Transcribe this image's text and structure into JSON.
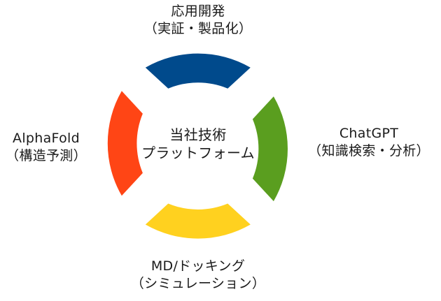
{
  "center": {
    "line1": "当社技術",
    "line2": "プラットフォーム"
  },
  "segments": [
    {
      "id": "top",
      "title": "応用開発",
      "subtitle": "（実証・製品化）",
      "color": "#004A8C"
    },
    {
      "id": "right",
      "title": "ChatGPT",
      "subtitle": "（知識検索・分析）",
      "color": "#5A9E1F"
    },
    {
      "id": "bottom",
      "title": "MD/ドッキング",
      "subtitle": "（シミュレーション）",
      "color": "#FFD11F"
    },
    {
      "id": "left",
      "title": "AlphaFold",
      "subtitle": "（構造予測）",
      "color": "#FF4515"
    }
  ]
}
